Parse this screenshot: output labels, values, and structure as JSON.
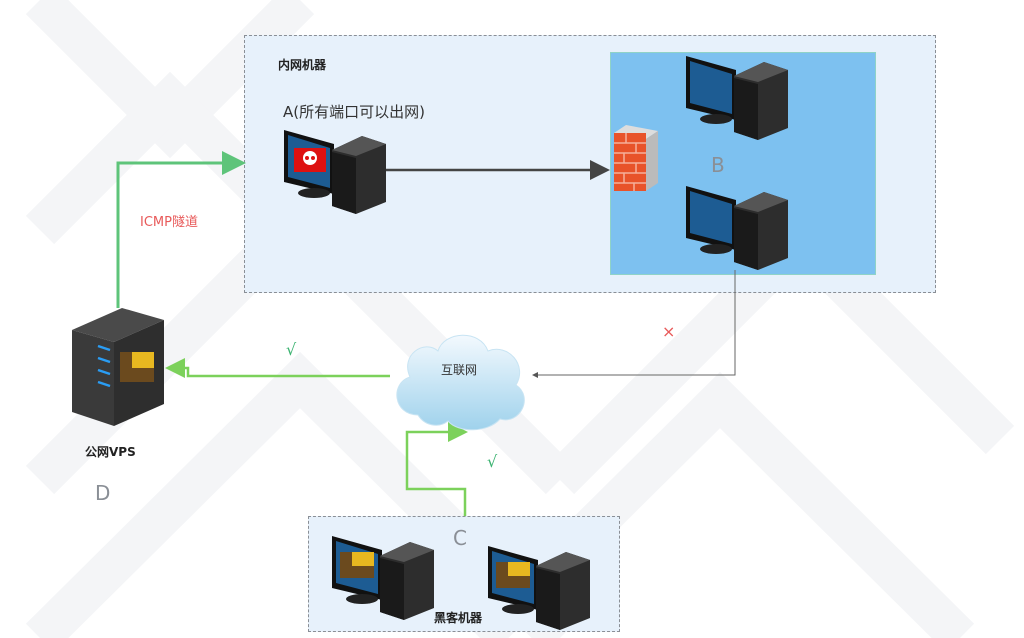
{
  "title": "ICMP tunnel network diagram",
  "zones": {
    "intranet": {
      "label": "内网机器"
    },
    "hacker": {
      "label": "黑客机器"
    }
  },
  "nodes": {
    "a": {
      "label": "A(所有端口可以出网)"
    },
    "b": {
      "label": "B"
    },
    "c": {
      "label": "C"
    },
    "d": {
      "label": "D",
      "caption": "公网VPS"
    },
    "internet": {
      "label": "互联网"
    }
  },
  "edges": {
    "icmp": {
      "label": "ICMP隧道",
      "color": "#5ec47a"
    },
    "internet_to_vps": {
      "label": "√",
      "color": "#7cd15b"
    },
    "hacker_to_internet": {
      "label": "√",
      "color": "#7cd15b"
    },
    "b_to_internet": {
      "label": "×",
      "color": "#555555"
    }
  },
  "colors": {
    "label_red": "#e85a5a",
    "check_green": "#3cb371",
    "zone_fill": "#e7f1fb",
    "subzone_fill": "#7dc1f0"
  }
}
